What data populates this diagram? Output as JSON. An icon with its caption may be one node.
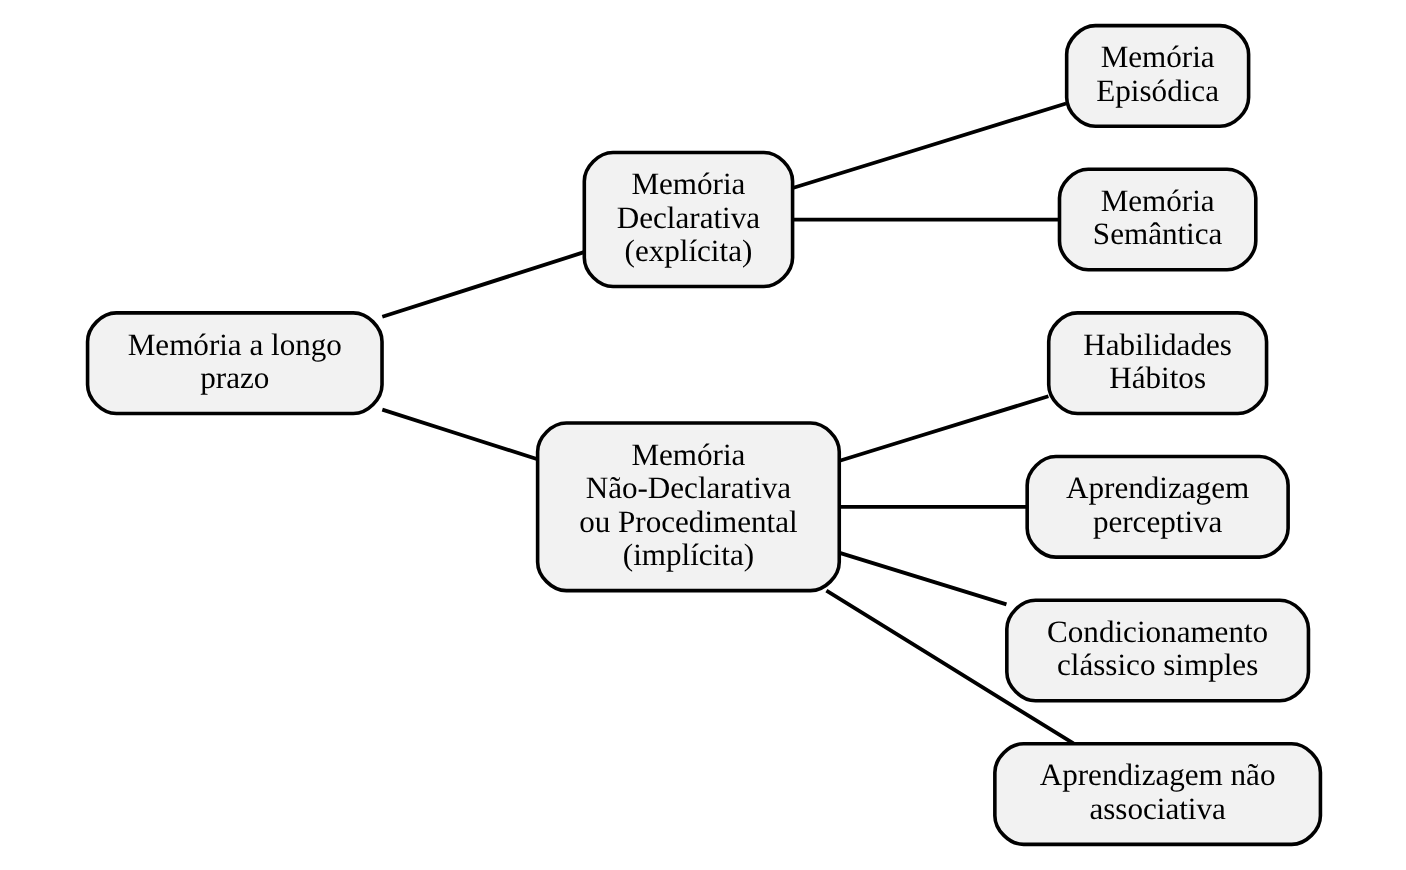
{
  "diagram": {
    "nodes": [
      {
        "text": [
          "Memória a longo prazo"
        ]
      },
      {
        "text": [
          "Memória Declarativa",
          "(explícita)"
        ]
      },
      {
        "text": [
          "Memória Episódica"
        ]
      },
      {
        "text": [
          "Memória Semântica"
        ]
      },
      {
        "text": [
          "Memória Não-Declarativa ou Procedimental",
          "(implícita)"
        ]
      },
      {
        "text": [
          "Habilidades",
          "Hábitos"
        ]
      },
      {
        "text": [
          "Aprendizagem perceptiva"
        ]
      },
      {
        "text": [
          "Condicionamento clássico simples"
        ]
      },
      {
        "text": [
          "Aprendizagem não associativa"
        ]
      }
    ],
    "edges": [
      {
        "from": 0,
        "to": 1,
        "arrow": "none"
      },
      {
        "from": 0,
        "to": 4,
        "arrow": "none"
      },
      {
        "from": 1,
        "to": 2,
        "arrow": "none"
      },
      {
        "from": 1,
        "to": 3,
        "arrow": "none"
      },
      {
        "from": 4,
        "to": 5,
        "arrow": "none"
      },
      {
        "from": 4,
        "to": 6,
        "arrow": "none"
      },
      {
        "from": 4,
        "to": 7,
        "arrow": "none"
      },
      {
        "from": 4,
        "to": 8,
        "arrow": "none"
      }
    ]
  }
}
